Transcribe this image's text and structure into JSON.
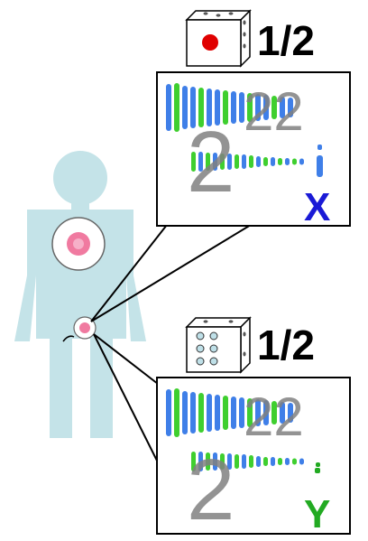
{
  "top_panel": {
    "probability": "1/2",
    "autosome_count_big": "2",
    "autosome_count_sup": "22",
    "sex_chromosome": "X",
    "sex_chromosome_color": "#1a1ad6",
    "die_face": "one-red-pip"
  },
  "bottom_panel": {
    "probability": "1/2",
    "autosome_count_big": "2",
    "autosome_count_sup": "22",
    "sex_chromosome": "Y",
    "sex_chromosome_color": "#22aa22",
    "die_face": "six-pips"
  },
  "colors": {
    "body": "#c4e3e8",
    "chromosome_blue": "#3f7fe8",
    "chromosome_green": "#3fcf2f",
    "nucleus": "#f07aa0",
    "red_pip": "#e00000"
  }
}
